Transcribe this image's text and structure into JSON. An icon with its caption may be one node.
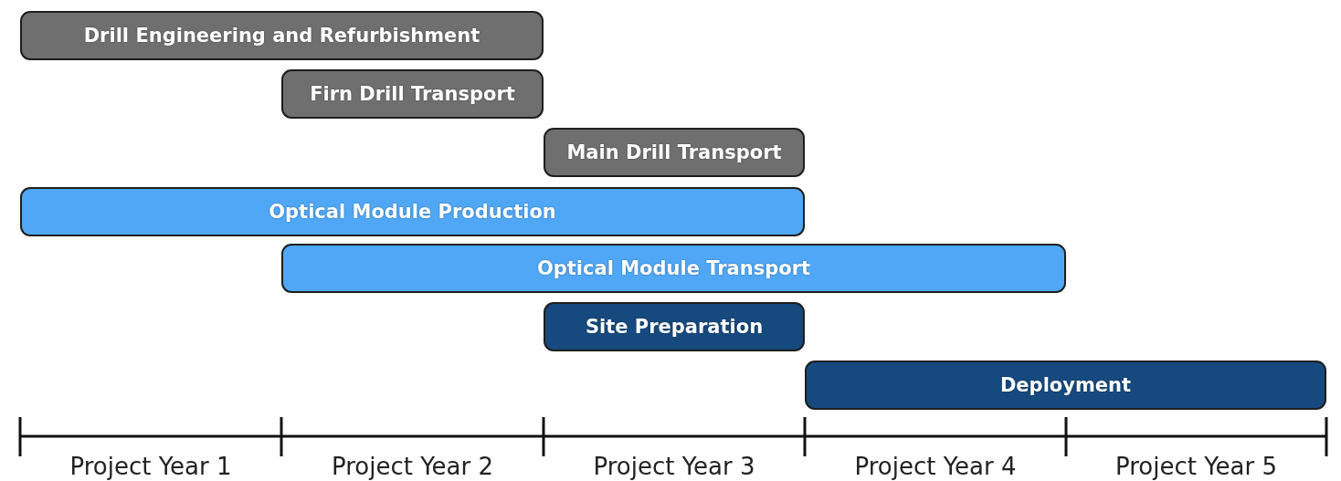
{
  "diagram": {
    "nodes": [
      {
        "text": [
          "Drill Engineering and Refurbishment"
        ]
      },
      {
        "text": [
          "Firn Drill Transport"
        ]
      },
      {
        "text": [
          "Main Drill Transport"
        ]
      },
      {
        "text": [
          "Optical Module Production"
        ]
      },
      {
        "text": [
          "Optical Module Transport"
        ]
      },
      {
        "text": [
          "Site Preparation"
        ]
      },
      {
        "text": [
          "Deployment"
        ]
      }
    ],
    "labels": [
      "Project Year 1",
      "Project Year 2",
      "Project Year 3",
      "Project Year 4",
      "Project Year 5"
    ]
  }
}
